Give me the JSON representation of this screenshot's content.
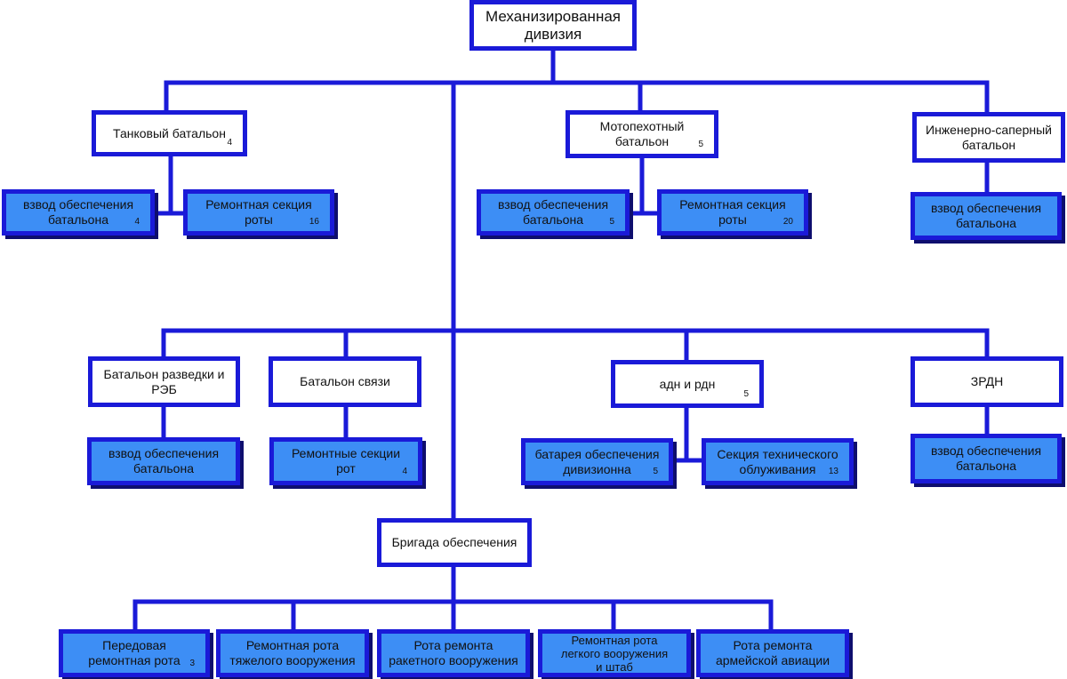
{
  "chart_data": {
    "type": "org-chart",
    "root": {
      "label": "Механизированная\nдивизия"
    },
    "units": {
      "tank_battalion": {
        "label": "Танковый батальон",
        "count": "4"
      },
      "tank_support": {
        "label": "взвод обеспечения\nбатальона",
        "count": "4"
      },
      "tank_repair": {
        "label": "Ремонтная секция\nроты",
        "count": "16"
      },
      "moto_battalion": {
        "label": "Мотопехотный\nбатальон",
        "count": "5"
      },
      "moto_support": {
        "label": "взвод обеспечения\nбатальона",
        "count": "5"
      },
      "moto_repair": {
        "label": "Ремонтная секция\nроты",
        "count": "20"
      },
      "eng_battalion": {
        "label": "Инженерно-саперный\nбатальон"
      },
      "eng_support": {
        "label": "взвод обеспечения\nбатальона"
      },
      "recon_battalion": {
        "label": "Батальон разведки и\nРЭБ"
      },
      "recon_support": {
        "label": "взвод обеспечения\nбатальона"
      },
      "signal_battalion": {
        "label": "Батальон связи"
      },
      "signal_repair": {
        "label": "Ремонтные секции\nрот",
        "count": "4"
      },
      "artillery": {
        "label": "адн и рдн",
        "count": "5"
      },
      "art_battery": {
        "label": "батарея обеспечения\nдивизионна",
        "count": "5"
      },
      "art_tech": {
        "label": "Секция технического\nоблуживания",
        "count": "13"
      },
      "air_defense": {
        "label": "ЗРДН"
      },
      "ad_support": {
        "label": "взвод обеспечения\nбатальона"
      },
      "support_brigade": {
        "label": "Бригада обеспечения"
      },
      "forward_repair": {
        "label": "Передовая\nремонтная рота",
        "count": "3"
      },
      "heavy_repair": {
        "label": "Ремонтная рота\nтяжелого вооружения"
      },
      "missile_repair": {
        "label": "Рота ремонта\nракетного вооружения"
      },
      "light_repair": {
        "label": "Ремонтная рота\nлегкого вооружения\nи штаб"
      },
      "aviation_repair": {
        "label": "Рота ремонта\nармейской авиации"
      }
    }
  },
  "colors": {
    "line": "#1a1ad8",
    "sub_fill": "#3d8ef5",
    "shadow": "#0e0e6e"
  }
}
